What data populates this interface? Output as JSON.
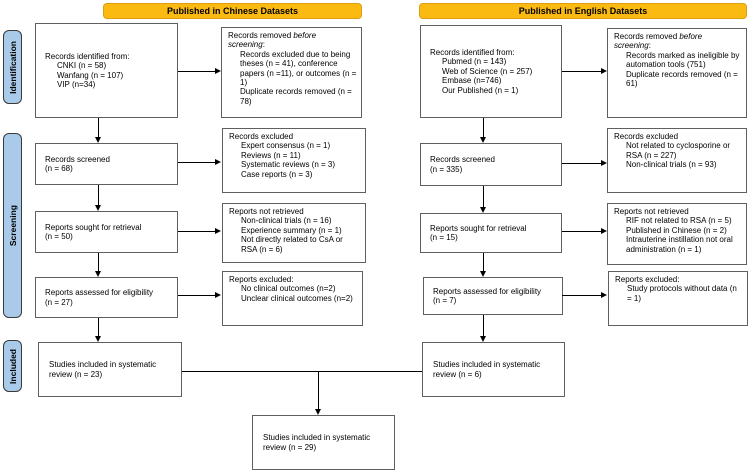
{
  "colors": {
    "banner_fill": "#FBBA12",
    "banner_border": "#DE9E10",
    "stage_label_fill": "#A9CBE9",
    "stage_label_border": "#3A3A3A",
    "box_border": "#5F5F5F",
    "arrow": "#000000"
  },
  "banners": {
    "chinese": "Published in Chinese Datasets",
    "english": "Published in English Datasets"
  },
  "stages": {
    "identification": "Identification",
    "screening": "Screening",
    "included": "Included"
  },
  "chinese": {
    "identified": {
      "title": "Records identified from:",
      "items": [
        "CNKI (n = 58)",
        "Wanfang (n = 107)",
        "VIP (n=34)"
      ]
    },
    "removed": {
      "t1": "Records removed ",
      "t1_italic": "before",
      "t2_italic": "screening",
      "t2": ":",
      "items": [
        "Records excluded due to being theses (n = 41), conference papers (n =11), or outcomes (n = 1)",
        "Duplicate records removed (n = 78)"
      ]
    },
    "screened": {
      "label": "Records screened",
      "count": "(n = 68)"
    },
    "screened_excluded": {
      "title": "Records excluded",
      "items": [
        "Expert consensus (n = 1)",
        "Reviews (n = 11)",
        "Systematic reviews (n = 3)",
        "Case reports (n = 3)"
      ]
    },
    "sought": {
      "label": "Reports sought for retrieval",
      "count": "(n = 50)"
    },
    "not_retrieved": {
      "title": "Reports not retrieved",
      "items": [
        "Non-clinical trials (n = 16)",
        "Experience summary (n = 1)",
        "Not directly related to CsA or RSA (n = 6)"
      ]
    },
    "assessed": {
      "label": "Reports assessed for eligibility",
      "count": "(n = 27)"
    },
    "assessed_excluded": {
      "title": "Reports excluded:",
      "items": [
        "No clinical outcomes (n=2)",
        "Unclear clinical outcomes (n=2)"
      ]
    },
    "included": "Studies included in systematic review (n = 23)"
  },
  "english": {
    "identified": {
      "title": "Records identified from:",
      "items": [
        "Pubmed (n = 143)",
        "Web of Science (n = 257)",
        "Embase (n=746)",
        "Our Published (n = 1)"
      ]
    },
    "removed": {
      "t1": "Records removed ",
      "t1_italic": "before",
      "t2_italic": "screening",
      "t2": ":",
      "items": [
        "Records marked as ineligible by automation tools (751)",
        "Duplicate records removed (n = 61)"
      ]
    },
    "screened": {
      "label": "Records screened",
      "count": "(n = 335)"
    },
    "screened_excluded": {
      "title": "Records excluded",
      "items": [
        "Not related to cyclosporine or RSA (n = 227)",
        "Non-clinical trials (n = 93)"
      ]
    },
    "sought": {
      "label": "Reports sought for retrieval",
      "count": "(n = 15)"
    },
    "not_retrieved": {
      "title": "Reports not retrieved",
      "items": [
        "RIF not related to RSA (n = 5)",
        "Published in Chinese (n = 2)",
        "Intrauterine instillation not oral administration (n = 1)"
      ]
    },
    "assessed": {
      "label": "Reports assessed for eligibility",
      "count": "(n = 7)"
    },
    "assessed_excluded": {
      "title": "Reports excluded:",
      "items": [
        "Study protocols without data (n = 1)"
      ]
    },
    "included": "Studies included in systematic review (n = 6)"
  },
  "final": "Studies included in systematic review (n = 29)"
}
